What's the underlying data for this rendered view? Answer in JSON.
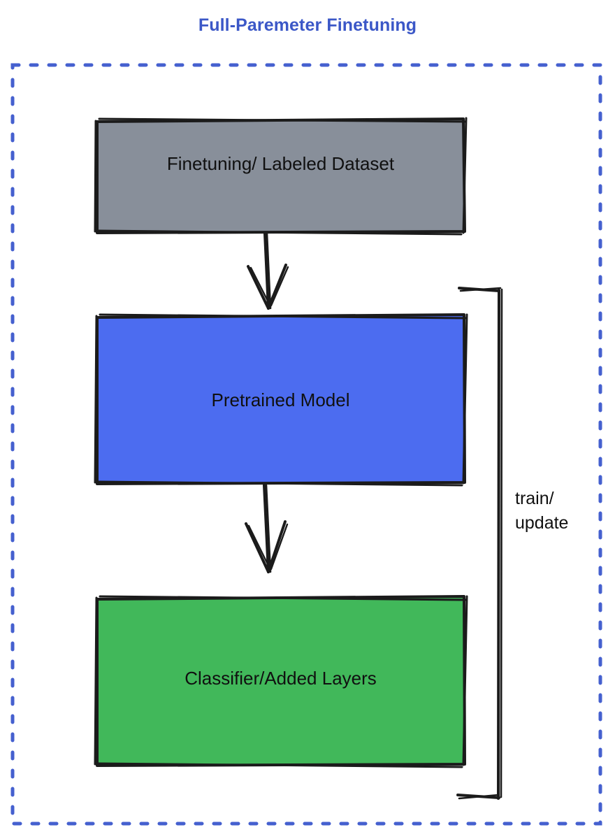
{
  "title": "Full-Paremeter Finetuning",
  "colors": {
    "title": "#3b57c7",
    "frame_border": "#4560cf",
    "dataset_fill": "#888f9a",
    "pretrained_fill": "#4c6cf0",
    "classifier_fill": "#41b85a",
    "stroke": "#1b1b1b",
    "text": "#101010",
    "background": "#ffffff"
  },
  "frame": {
    "style": "dashed",
    "shape": "rectangle"
  },
  "nodes": [
    {
      "id": "dataset",
      "label": "Finetuning/ Labeled Dataset",
      "fill": "#888f9a",
      "order": 1
    },
    {
      "id": "pretrained",
      "label": "Pretrained Model",
      "fill": "#4c6cf0",
      "order": 2
    },
    {
      "id": "classifier",
      "label": "Classifier/Added Layers",
      "fill": "#41b85a",
      "order": 3
    }
  ],
  "connectors": [
    {
      "id": "dataset-to-pretrained",
      "from": "dataset",
      "to": "pretrained",
      "label": "",
      "style": "arrow-down"
    },
    {
      "id": "pretrained-to-classifier",
      "from": "pretrained",
      "to": "classifier",
      "label": "",
      "style": "arrow-down"
    },
    {
      "id": "feedback-loop",
      "from": "classifier",
      "to": "pretrained",
      "label_lines": [
        "train/",
        "update"
      ],
      "style": "bracket-right"
    }
  ],
  "loop_label": {
    "line1": "train/",
    "line2": "update"
  }
}
